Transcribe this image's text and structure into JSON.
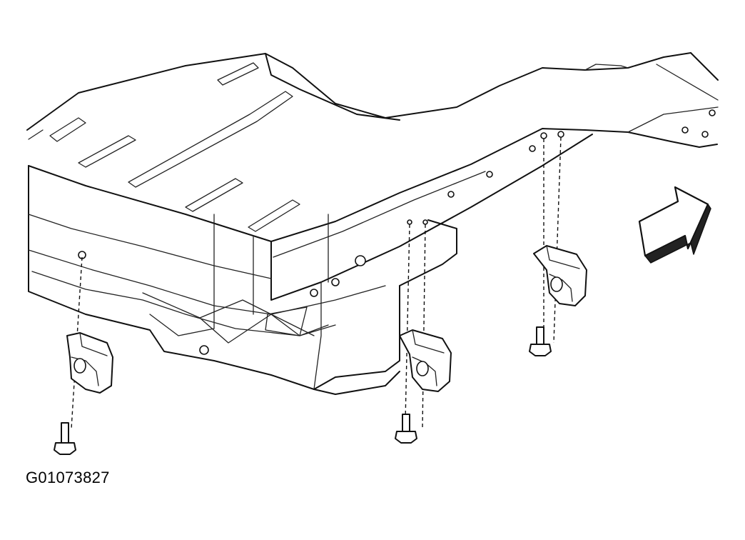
{
  "figure": {
    "code": "G01073827"
  },
  "parts": {
    "frame": "vehicle-frame",
    "brackets": [
      "mount-bracket-left",
      "mount-bracket-center",
      "mount-bracket-right"
    ],
    "bolts": [
      "bolt-left",
      "bolt-center",
      "bolt-right"
    ]
  },
  "indicator": "direction-arrow"
}
